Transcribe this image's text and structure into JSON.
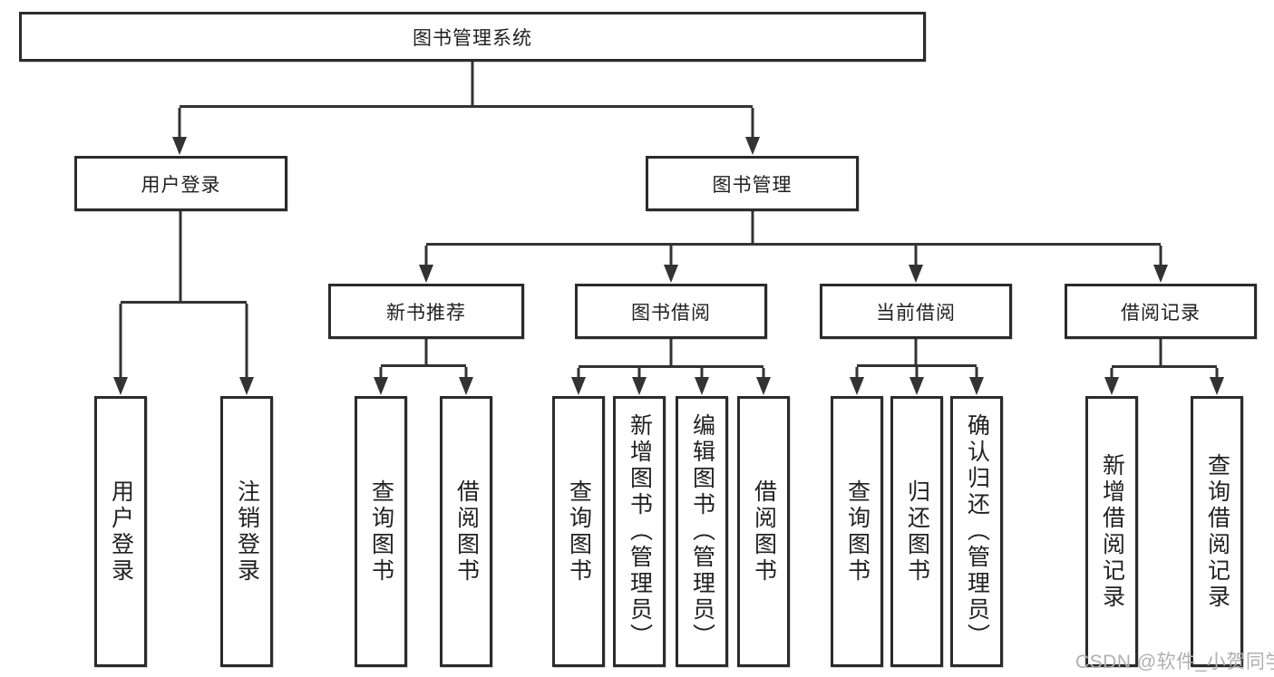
{
  "diagram_title": "图书管理系统",
  "nodes": {
    "root": {
      "label": "图书管理系统"
    },
    "userLogin": {
      "label": "用户登录"
    },
    "bookManagement": {
      "label": "图书管理"
    },
    "newBookRecommend": {
      "label": "新书推荐"
    },
    "bookBorrow": {
      "label": "图书借阅"
    },
    "currentBorrow": {
      "label": "当前借阅"
    },
    "borrowRecords": {
      "label": "借阅记录"
    },
    "loginLeaf": {
      "label": "用户登录"
    },
    "logoutLeaf": {
      "label": "注销登录"
    },
    "queryBookRec": {
      "label": "查询图书"
    },
    "borrowBookRec": {
      "label": "借阅图书"
    },
    "queryBookBorrow": {
      "label": "查询图书"
    },
    "addBookAdmin": {
      "label": "新增图书（管理员）"
    },
    "editBookAdmin": {
      "label": "编辑图书（管理员）"
    },
    "borrowBookLeaf": {
      "label": "借阅图书"
    },
    "queryBookCurrent": {
      "label": "查询图书"
    },
    "returnBook": {
      "label": "归还图书"
    },
    "confirmReturnAdmin": {
      "label": "确认归还（管理员）"
    },
    "addBorrowRecord": {
      "label": "新增借阅记录"
    },
    "queryBorrowRecord": {
      "label": "查询借阅记录"
    }
  },
  "watermark": "CSDN @软件_小贺同学",
  "colors": {
    "line": "#333333",
    "box_border": "#2b2b2b",
    "box_fill": "#ffffff",
    "text": "#212121",
    "watermark": "#b0b0b0"
  }
}
